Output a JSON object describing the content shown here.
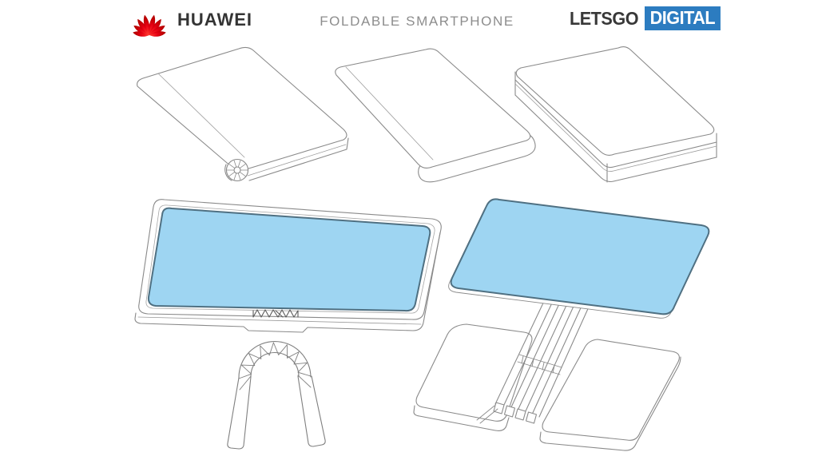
{
  "canvas": {
    "background": "#ffffff"
  },
  "header": {
    "huawei": {
      "wordmark": "HUAWEI"
    },
    "title": "FOLDABLE SMARTPHONE",
    "letsgodigital": {
      "letsgo": "LETSGO",
      "digital": "DIGITAL"
    }
  },
  "colors": {
    "huawei_red": "#E60012",
    "huawei_text": "#343434",
    "title_gray": "#8D8D8D",
    "letsgo_text": "#383838",
    "digital_bg": "#2C7CC0",
    "digital_text": "#FFFFFF",
    "line_gray": "#8A8A8A",
    "screen_fill": "#9ED5F2",
    "screen_stroke": "#4F7082"
  },
  "figures": [
    {
      "name": "folded-phone-outward-curve-hinge-wheel"
    },
    {
      "name": "folded-phone-wraparound-spine"
    },
    {
      "name": "folded-phone-closed-flat-stack"
    },
    {
      "name": "unfolded-phone-flexible-display"
    },
    {
      "name": "exploded-view-display-hinge-rails-body-halves"
    },
    {
      "name": "hinge-arc-segment-detail"
    }
  ]
}
